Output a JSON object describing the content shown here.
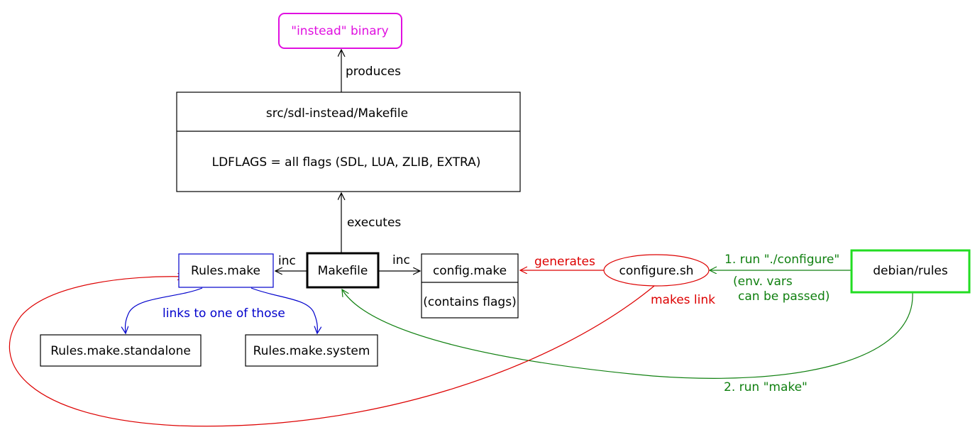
{
  "nodes": {
    "binary": "\"instead\" binary",
    "sdl_makefile_title": "src/sdl-instead/Makefile",
    "sdl_makefile_flags": "LDFLAGS = all flags (SDL, LUA, ZLIB, EXTRA)",
    "rules_make": "Rules.make",
    "makefile": "Makefile",
    "config_make_title": "config.make",
    "config_make_note": "(contains flags)",
    "configure_sh": "configure.sh",
    "debian_rules": "debian/rules",
    "rules_standalone": "Rules.make.standalone",
    "rules_system": "Rules.make.system"
  },
  "edges": {
    "produces": "produces",
    "executes": "executes",
    "inc_left": "inc",
    "inc_right": "inc",
    "generates": "generates",
    "makes_link": "makes link",
    "run_configure": "1. run \"./configure\"",
    "env_vars_line1": "(env. vars",
    "env_vars_line2": "can be passed)",
    "run_make": "2. run \"make\"",
    "links_to": "links to one of those"
  },
  "colors": {
    "black": "#000000",
    "magenta": "#e010e0",
    "blue": "#0000cc",
    "red": "#dd0000",
    "green": "#108010",
    "bright_green": "#22dd22"
  }
}
